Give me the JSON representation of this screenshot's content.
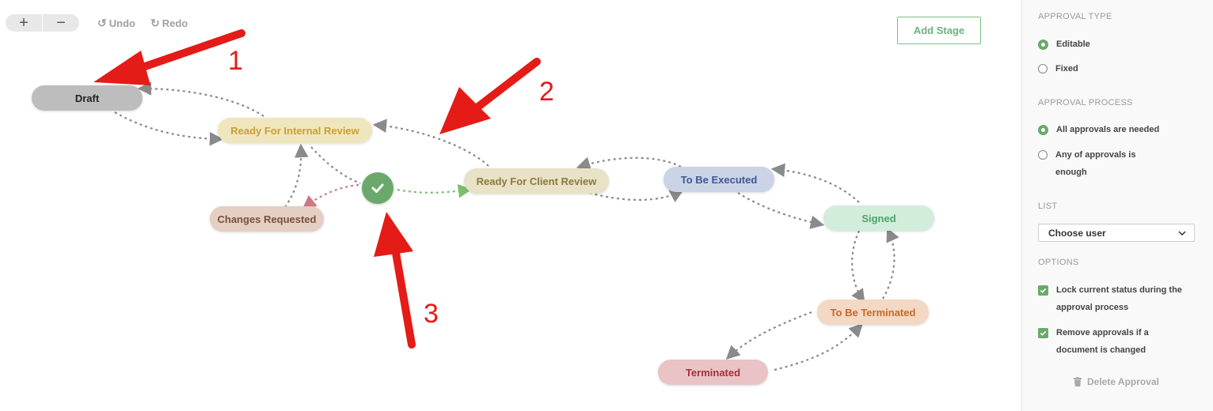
{
  "toolbar": {
    "zoom_in": "+",
    "zoom_out": "−",
    "undo_label": "Undo",
    "redo_label": "Redo",
    "add_stage_label": "Add Stage"
  },
  "nodes": {
    "draft": "Draft",
    "ready_internal": "Ready For Internal Review",
    "changes_requested": "Changes Requested",
    "ready_client": "Ready For Client Review",
    "to_be_executed": "To Be Executed",
    "signed": "Signed",
    "to_be_terminated": "To Be Terminated",
    "terminated": "Terminated"
  },
  "annotations": [
    "1",
    "2",
    "3"
  ],
  "sidebar": {
    "approval_type": {
      "title": "APPROVAL TYPE",
      "options": [
        {
          "label": "Editable",
          "selected": true
        },
        {
          "label": "Fixed",
          "selected": false
        }
      ]
    },
    "approval_process": {
      "title": "APPROVAL PROCESS",
      "options": [
        {
          "label": "All approvals are needed",
          "selected": true
        },
        {
          "label": "Any of approvals is enough",
          "selected": false
        }
      ]
    },
    "list": {
      "title": "LIST",
      "select_value": "Choose user"
    },
    "options": {
      "title": "OPTIONS",
      "items": [
        {
          "label": "Lock current status during the approval process",
          "checked": true
        },
        {
          "label": "Remove approvals if a document is changed",
          "checked": true
        }
      ]
    },
    "delete_label": "Delete Approval"
  },
  "colors": {
    "accent_green": "#6aa96b",
    "annotation_red": "#e41b17",
    "edge_gray": "#8a8a8a"
  }
}
